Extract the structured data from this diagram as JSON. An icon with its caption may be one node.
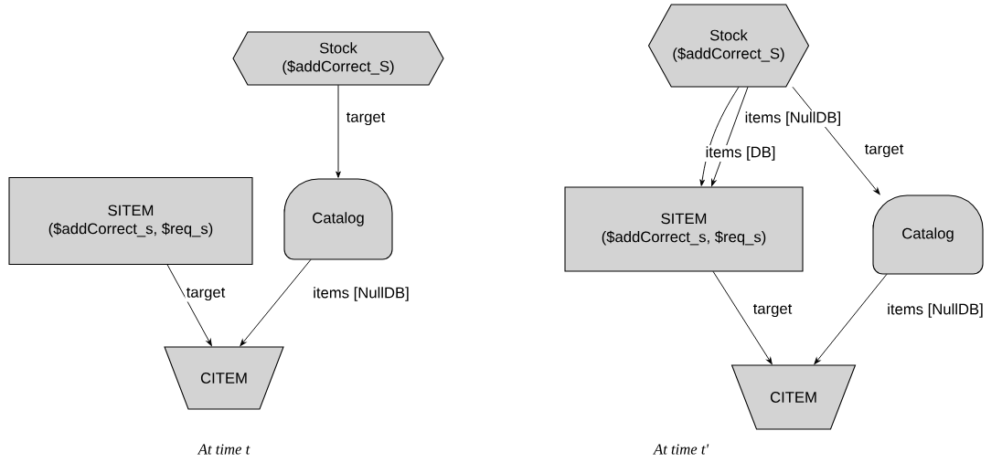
{
  "diagram": {
    "nodes": [
      {
        "text": [
          "Stock",
          "($addCorrect_S)"
        ]
      },
      {
        "text": [
          "SITEM",
          "($addCorrect_s, $req_s)"
        ]
      },
      {
        "text": [
          "Catalog"
        ]
      },
      {
        "text": [
          "CITEM"
        ]
      },
      {
        "text": [
          "Stock",
          "($addCorrect_S)"
        ]
      },
      {
        "text": [
          "SITEM",
          "($addCorrect_s, $req_s)"
        ]
      },
      {
        "text": [
          "Catalog"
        ]
      },
      {
        "text": [
          "CITEM"
        ]
      }
    ],
    "edges": [
      {
        "from": 0,
        "to": 2,
        "arrow": "to",
        "label": "target"
      },
      {
        "from": 1,
        "to": 3,
        "arrow": "to",
        "label": "target"
      },
      {
        "from": 2,
        "to": 3,
        "arrow": "to",
        "label": "items [NullDB]"
      },
      {
        "from": 4,
        "to": 5,
        "arrow": "to",
        "label": "items [NullDB]"
      },
      {
        "from": 4,
        "to": 5,
        "arrow": "to",
        "label": "items [DB]"
      },
      {
        "from": 4,
        "to": 6,
        "arrow": "to",
        "label": "target"
      },
      {
        "from": 5,
        "to": 7,
        "arrow": "to",
        "label": "target"
      },
      {
        "from": 6,
        "to": 7,
        "arrow": "to",
        "label": "items [NullDB]"
      }
    ],
    "labels": [
      "At time t",
      "At time t'"
    ]
  }
}
